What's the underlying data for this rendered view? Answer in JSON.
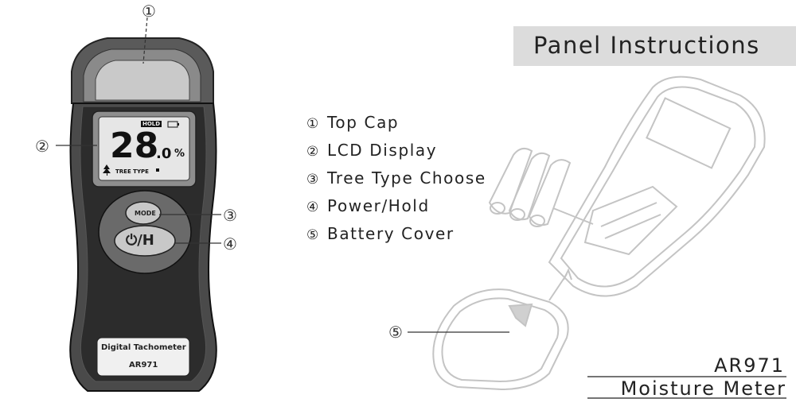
{
  "banner": {
    "title": "Panel Instructions"
  },
  "callouts": [
    "①",
    "②",
    "③",
    "④",
    "⑤"
  ],
  "items": [
    {
      "num": "①",
      "label": "Top Cap"
    },
    {
      "num": "②",
      "label": "LCD Display"
    },
    {
      "num": "③",
      "label": "Tree Type Choose"
    },
    {
      "num": "④",
      "label": "Power/Hold"
    },
    {
      "num": "⑤",
      "label": "Battery Cover"
    }
  ],
  "device": {
    "lcd": {
      "hold": "HOLD",
      "reading": "28",
      "decimal": ".0",
      "unit": "%",
      "tree_type": "TREE TYPE"
    },
    "mode_button": "MODE",
    "power_button": "⏻/H",
    "label_name": "Digital Tachometer",
    "label_model": "AR971"
  },
  "product": {
    "model": "AR971",
    "name": "Moisture Meter"
  }
}
